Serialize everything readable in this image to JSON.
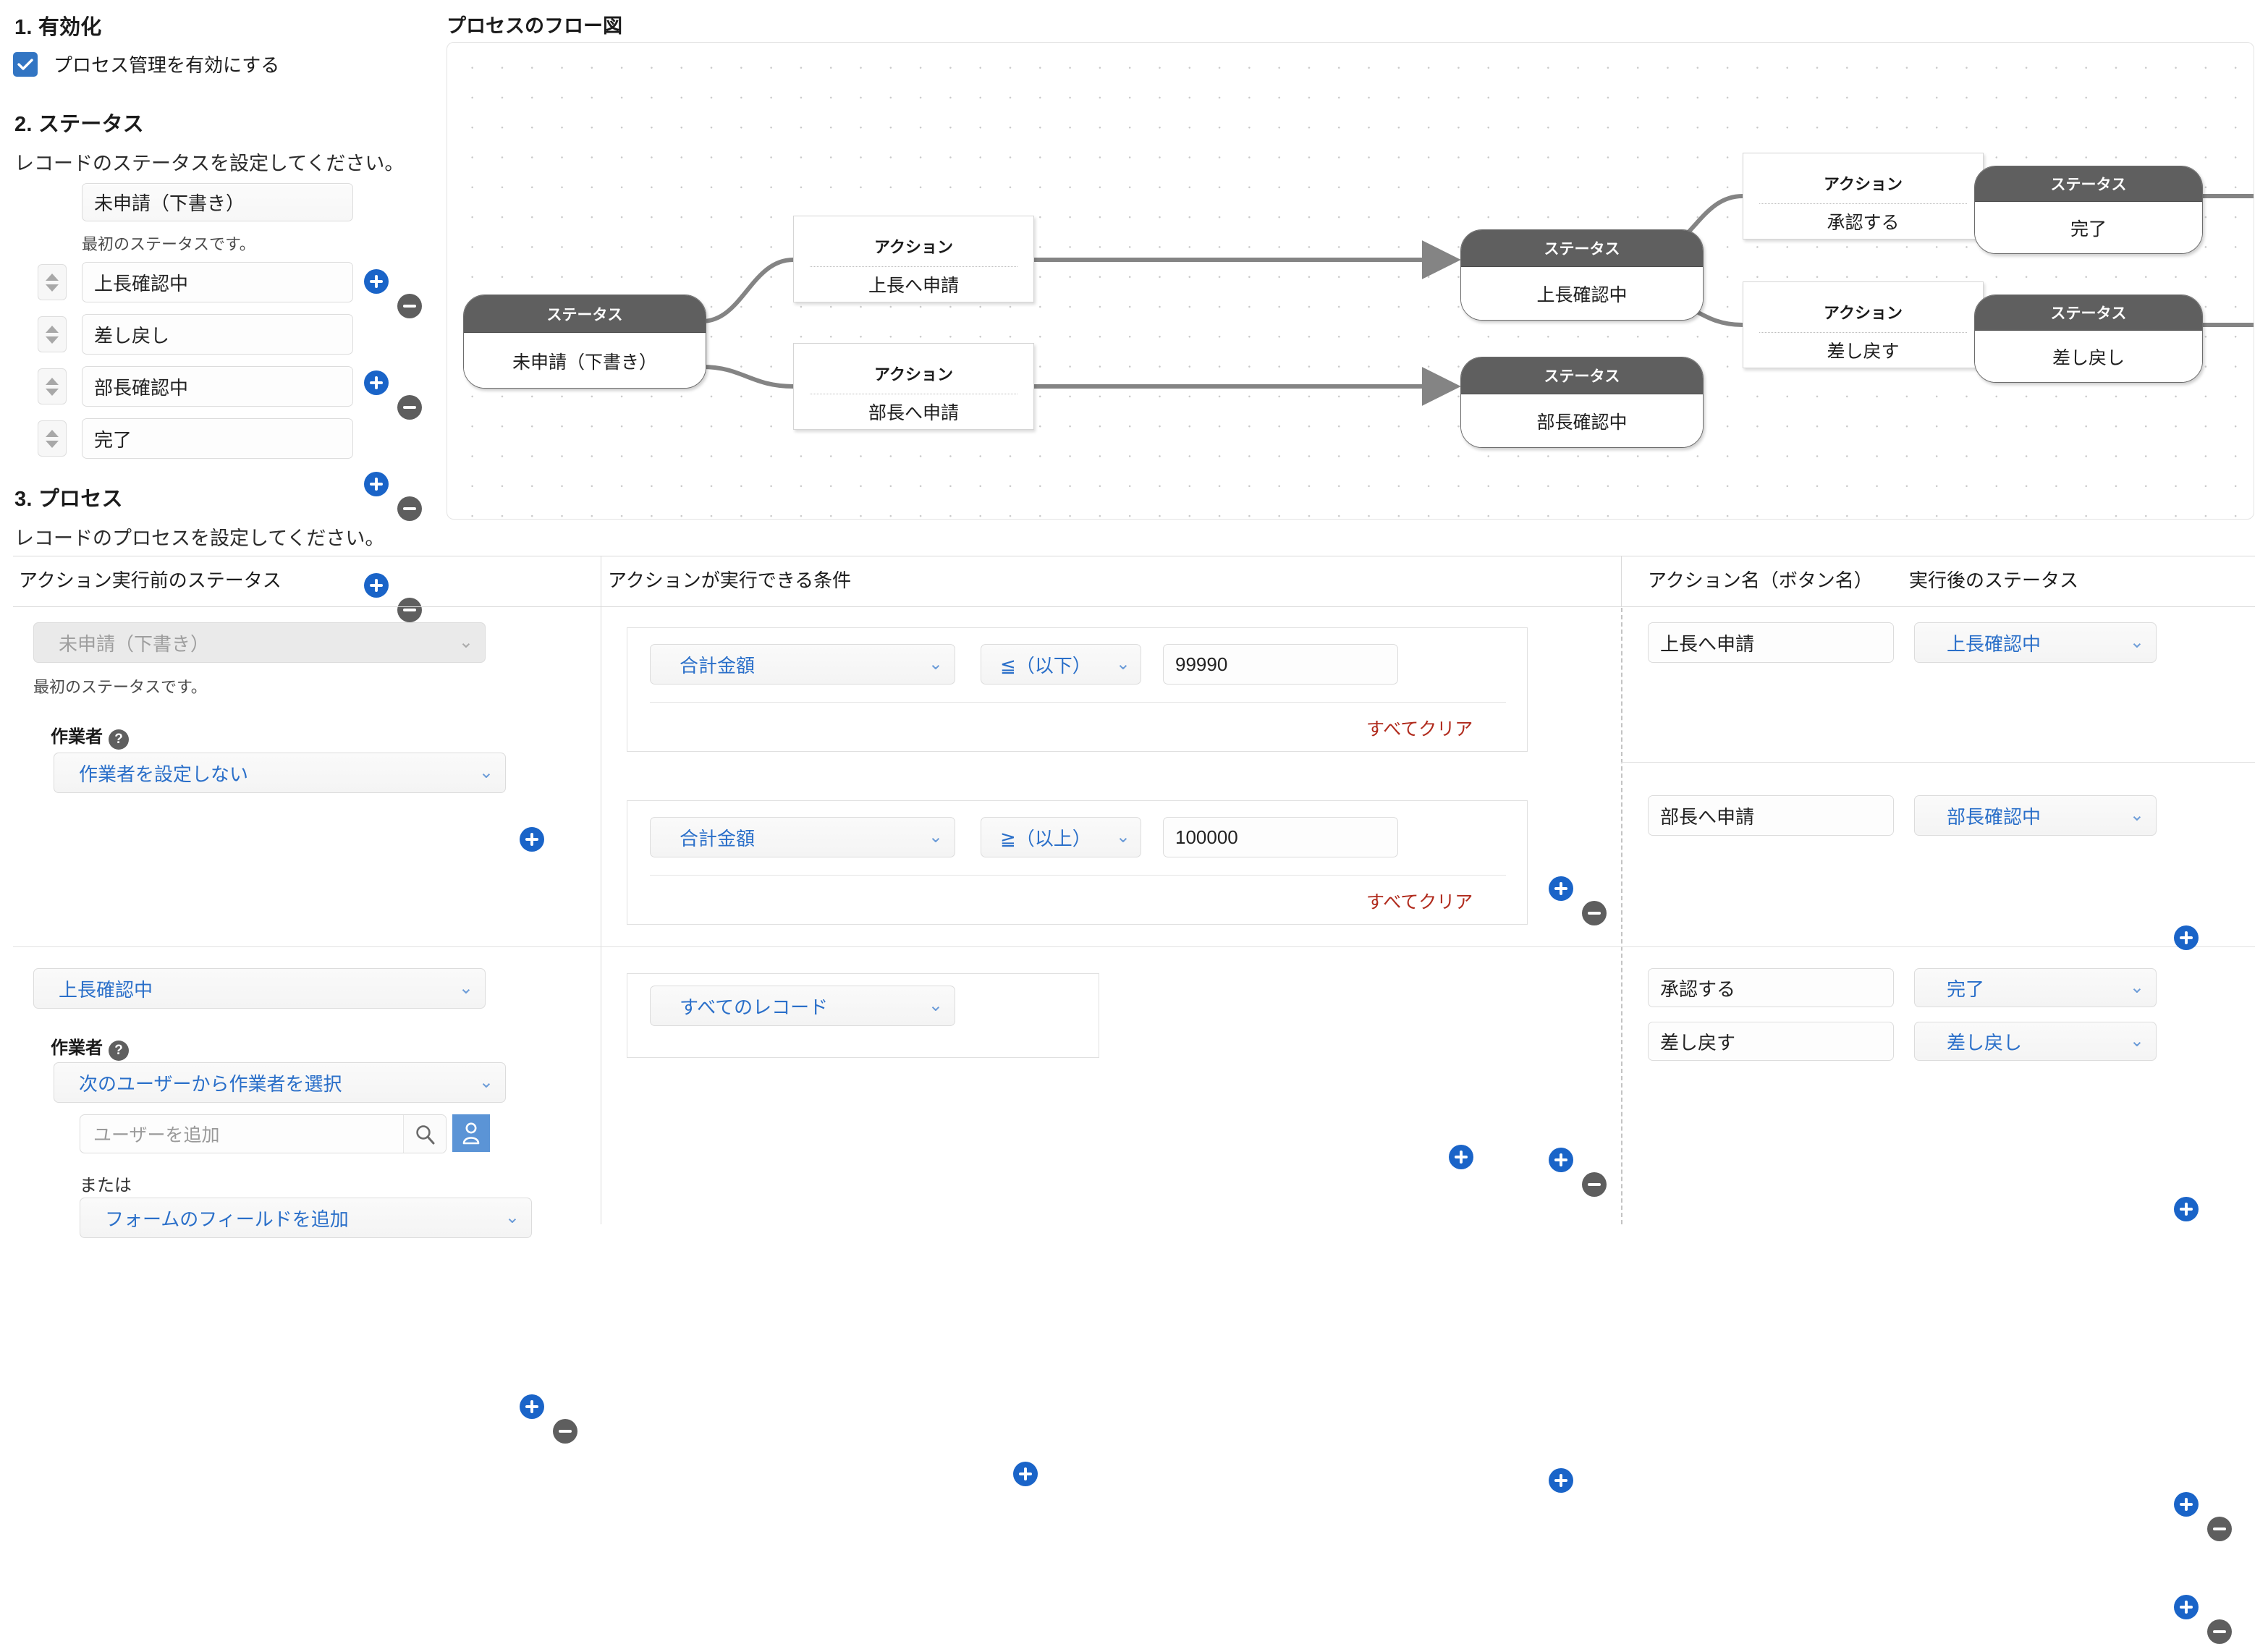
{
  "sections": {
    "s1": {
      "number_title": "1. 有効化",
      "checkbox_label": "プロセス管理を有効にする",
      "checkbox_checked": true,
      "checkbox_color": "#3275c3"
    },
    "s2": {
      "number_title": "2. ステータス",
      "description": "レコードのステータスを設定してください。",
      "first_status_value": "未申請（下書き）",
      "first_status_note": "最初のステータスです。",
      "rows": [
        {
          "value": "上長確認中"
        },
        {
          "value": "差し戻し"
        },
        {
          "value": "部長確認中"
        },
        {
          "value": "完了"
        }
      ]
    },
    "s3": {
      "number_title": "3. プロセス",
      "description": "レコードのプロセスを設定してください。"
    }
  },
  "flow": {
    "title": "プロセスのフロー図",
    "status_header": "ステータス",
    "action_header": "アクション",
    "nodes": [
      {
        "kind": "status",
        "header": "ステータス",
        "label": "未申請（下書き）"
      },
      {
        "kind": "action",
        "header": "アクション",
        "label": "上長へ申請"
      },
      {
        "kind": "action",
        "header": "アクション",
        "label": "部長へ申請"
      },
      {
        "kind": "status",
        "header": "ステータス",
        "label": "上長確認中"
      },
      {
        "kind": "status",
        "header": "ステータス",
        "label": "部長確認中"
      },
      {
        "kind": "action",
        "header": "アクション",
        "label": "承認する"
      },
      {
        "kind": "action",
        "header": "アクション",
        "label": "差し戻す"
      },
      {
        "kind": "status",
        "header": "ステータス",
        "label": "完了"
      },
      {
        "kind": "status",
        "header": "ステータス",
        "label": "差し戻し"
      }
    ]
  },
  "process_table": {
    "headers": {
      "before_status": "アクション実行前のステータス",
      "condition": "アクションが実行できる条件",
      "action_name": "アクション名（ボタン名）",
      "after_status": "実行後のステータス"
    },
    "group1": {
      "status_value": "未申請（下書き）",
      "status_disabled": true,
      "status_note": "最初のステータスです。",
      "assignee_label": "作業者",
      "assignee_value": "作業者を設定しない",
      "clear_all_label": "すべてクリア",
      "rows": [
        {
          "field": "合計金額",
          "operator": "≦（以下）",
          "value": "99990",
          "action_name": "上長へ申請",
          "after_status": "上長確認中"
        },
        {
          "field": "合計金額",
          "operator": "≧（以上）",
          "value": "100000",
          "action_name": "部長へ申請",
          "after_status": "部長確認中"
        }
      ]
    },
    "group2": {
      "status_value": "上長確認中",
      "assignee_label": "作業者",
      "assignee_value": "次のユーザーから作業者を選択",
      "user_search_placeholder": "ユーザーを追加",
      "or_label": "または",
      "form_field_value": "フォームのフィールドを追加",
      "condition_value": "すべてのレコード",
      "rows": [
        {
          "action_name": "承認する",
          "after_status": "完了"
        },
        {
          "action_name": "差し戻す",
          "after_status": "差し戻し"
        }
      ]
    }
  },
  "icons": {
    "check": "check-icon",
    "plus": "plus-icon",
    "minus": "minus-icon",
    "chevron_down": "⌄",
    "search": "search-icon",
    "user": "user-icon",
    "help": "?"
  }
}
